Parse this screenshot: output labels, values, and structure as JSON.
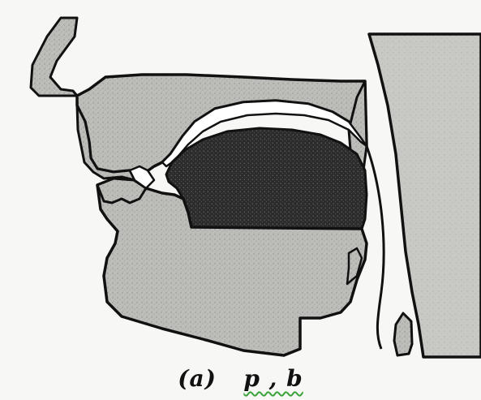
{
  "caption": {
    "label": "(a)",
    "symbols": "p , b"
  },
  "diagram": {
    "subject": "sagittal-section-of-vocal-tract",
    "colors": {
      "background": "#f7f7f5",
      "tissue_fill": "#b9b9b6",
      "tissue_stroke": "#111111",
      "tongue_fill": "#2f2f2f",
      "pharynx_wall_fill": "#c6c6c3",
      "mouth_cavity": "#ffffff"
    }
  }
}
